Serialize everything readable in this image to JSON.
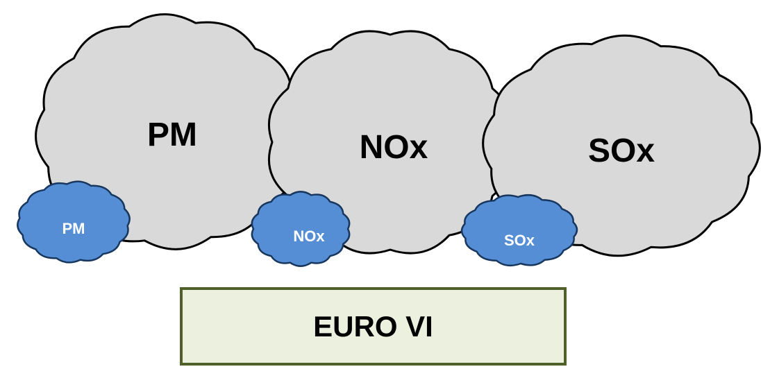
{
  "colors": {
    "large_cloud_fill": "#d9d9d9",
    "small_cloud_fill": "#558ed5",
    "outline": "#000000",
    "small_outline": "#17375e",
    "standard_box_fill": "#ebf1de",
    "standard_box_border": "#4f6128"
  },
  "large_clouds": [
    {
      "label": "PM"
    },
    {
      "label": "NOx"
    },
    {
      "label": "SOx"
    }
  ],
  "small_clouds": [
    {
      "label": "PM"
    },
    {
      "label": "NOx"
    },
    {
      "label": "SOx"
    }
  ],
  "standard": {
    "label": "EURO VI"
  }
}
